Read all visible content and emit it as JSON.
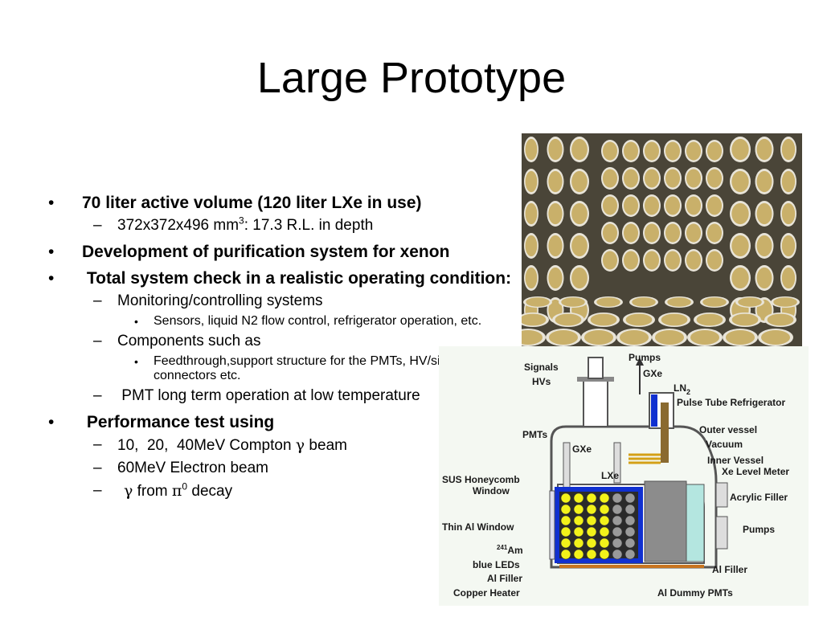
{
  "slide": {
    "title": "Large Prototype",
    "bullets": [
      {
        "text": "70 liter active volume (120 liter LXe in use)",
        "sub": [
          {
            "text_pre": "372x372x496 mm",
            "sup": "3",
            "text_post": ": 17.3 R.L. in depth"
          }
        ]
      },
      {
        "text": "Development of purification system for xenon"
      },
      {
        "text": " Total system check in a realistic operating condition:",
        "sub": [
          {
            "text": "Monitoring/controlling systems",
            "sub": [
              "Sensors, liquid N2 flow control, refrigerator operation, etc."
            ]
          },
          {
            "text": "Components such as",
            "sub": [
              "Feedthrough,support structure for the PMTs, HV/signal connectors etc."
            ]
          },
          {
            "text": " PMT long term operation at low temperature"
          }
        ]
      },
      {
        "text": " Performance test using",
        "sub": [
          {
            "pre": "10,  20,  40MeV Compton ",
            "gamma": "γ",
            "post": " beam"
          },
          {
            "text": "60MeV Electron beam"
          },
          {
            "gamma": "γ",
            "mid": " from ",
            "pi": "π",
            "sup": "0",
            "post": " decay"
          }
        ]
      }
    ],
    "markers": {
      "level1": "•",
      "level2": "–",
      "level3": "•"
    }
  },
  "diagram": {
    "labels": {
      "signals": "Signals",
      "hvs": "HVs",
      "pumps_top": "Pumps",
      "gxe_top": "GXe",
      "ln2": "LN",
      "ln2_sub": "2",
      "pulse_tube": "Pulse Tube Refrigerator",
      "pmts": "PMTs",
      "gxe_mid": "GXe",
      "outer_vessel": "Outer vessel",
      "vacuum": "Vacuum",
      "inner_vessel": "Inner Vessel",
      "xe_level": "Xe Level Meter",
      "lxe": "LXe",
      "sus_honeycomb": "SUS Honeycomb",
      "window": "Window",
      "acrylic": "Acrylic Filler",
      "pumps_right": "Pumps",
      "thin_al": "Thin Al Window",
      "am_sup": "241",
      "am": "Am",
      "blue_leds": "blue LEDs",
      "al_filler_left": "Al Filler",
      "al_filler_right": "Al Filler",
      "copper_heater": "Copper Heater",
      "al_dummy": "Al Dummy PMTs"
    },
    "colors": {
      "pmt_yellow": "#f2f21a",
      "pmt_gray": "#9a9a9a",
      "lxe_frame_blue": "#1030d0",
      "vessel_line": "#555555",
      "acrylic": "#b4e6e0",
      "dummy_gray": "#8c8c8c",
      "copper_pipe": "#d4a017"
    }
  },
  "photo": {
    "colors": {
      "base": "#4a4538",
      "pmt_gold": "#c9b06a",
      "pmt_rim": "#e8e4d8"
    }
  }
}
